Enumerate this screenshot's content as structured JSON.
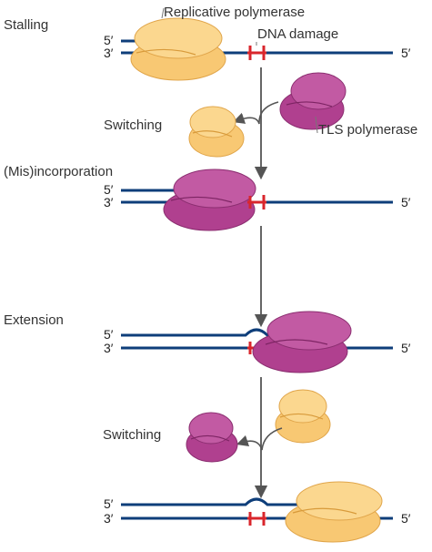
{
  "colors": {
    "dna_strand": "#0e3e7a",
    "lesion": "#d9262c",
    "replicative_polymerase": "#f8c873",
    "tls_polymerase": "#b0408f",
    "arrow": "#555555"
  },
  "labels": {
    "stalling": "Stalling",
    "replicative_polymerase": "Replicative polymerase",
    "dna_damage": "DNA damage",
    "switching_1": "Switching",
    "tls_polymerase": "TLS polymerase",
    "misincorporation": "(Mis)incorporation",
    "extension": "Extension",
    "switching_2": "Switching"
  },
  "strand_ends": {
    "five_prime": "5′",
    "three_prime": "3′"
  },
  "icons": [
    "replicative-polymerase-icon",
    "tls-polymerase-icon",
    "dna-damage-icon",
    "arrow-icon"
  ]
}
